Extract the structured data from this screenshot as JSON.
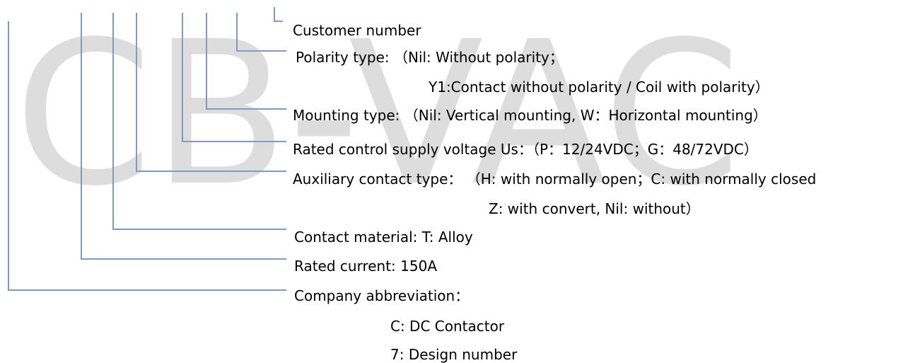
{
  "watermark": "CB-VAC",
  "colors": {
    "line": "#7f9bc3",
    "text": "#000000",
    "watermark": "#d9d9d9"
  },
  "labels": {
    "customer_number": "Customer number",
    "polarity_type": "Polarity type: （Nil: Without polarity；",
    "polarity_type_cont": "Y1:Contact without polarity / Coil with polarity）",
    "mounting_type": "Mounting type: （Nil: Vertical mounting, W：Horizontal mounting）",
    "rated_voltage": "Rated control supply voltage Us：（P：12/24VDC；G：48/72VDC）",
    "aux_contact": "Auxiliary contact type： （H: with normally open；C: with normally closed",
    "aux_contact_cont": "Z: with convert, Nil: without）",
    "contact_material": "Contact material: T: Alloy",
    "rated_current": "Rated current: 150A",
    "company_abbr": "Company abbreviation：",
    "company_c": "C: DC Contactor",
    "company_7": "7: Design number"
  }
}
